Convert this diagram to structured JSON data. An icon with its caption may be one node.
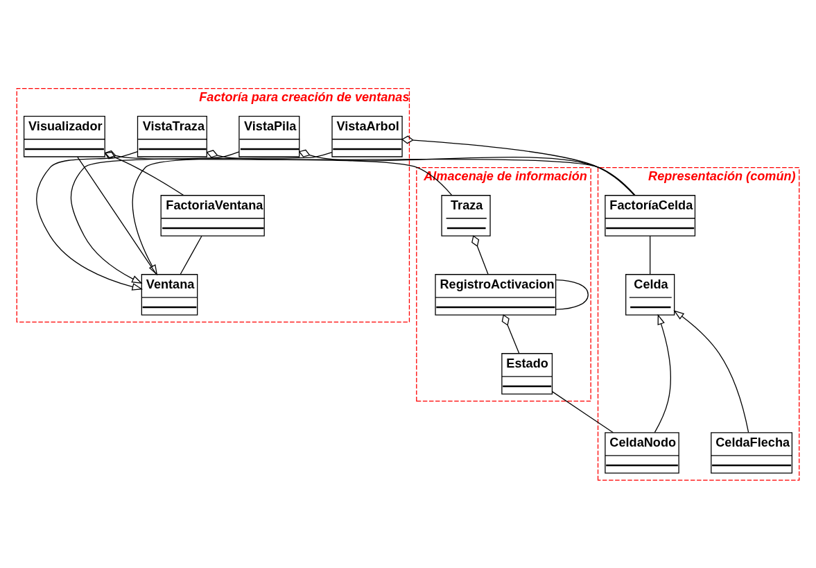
{
  "diagram": {
    "nodes": [
      {
        "text": [
          "Factoría para creación de ventanas"
        ]
      },
      {
        "text": [
          "Visualizador"
        ],
        "in": 0
      },
      {
        "text": [
          "FactoriaVentana"
        ],
        "in": 0
      },
      {
        "text": [
          "Ventana"
        ],
        "in": 0
      },
      {
        "text": [
          "VistaArbol"
        ],
        "in": 0
      },
      {
        "text": [
          "VistaPila"
        ],
        "in": 0
      },
      {
        "text": [
          "VistaTraza"
        ],
        "in": 0
      },
      {
        "text": [
          "Almacenaje de información"
        ]
      },
      {
        "text": [
          "Traza"
        ],
        "in": 7
      },
      {
        "text": [
          "RegistroActivacion"
        ],
        "in": 7
      },
      {
        "text": [
          "Estado"
        ],
        "in": 7
      },
      {
        "text": [
          "Representación (común)"
        ]
      },
      {
        "text": [
          "FactoríaCelda"
        ],
        "in": 11
      },
      {
        "text": [
          "Celda"
        ],
        "in": 11
      },
      {
        "text": [
          "CeldaNodo"
        ],
        "in": 11
      },
      {
        "text": [
          "CeldaFlecha"
        ],
        "in": 11
      }
    ],
    "edges": [
      {
        "from": 1,
        "to": 2,
        "arrow": "other"
      },
      {
        "from": 1,
        "to": 3,
        "arrow": "none"
      },
      {
        "from": 2,
        "to": 3,
        "arrow": "none"
      },
      {
        "from": 4,
        "to": 3,
        "arrow": "to"
      },
      {
        "from": 5,
        "to": 3,
        "arrow": "to"
      },
      {
        "from": 6,
        "to": 3,
        "arrow": "to"
      },
      {
        "from": 1,
        "to": 8,
        "arrow": "other"
      },
      {
        "from": 4,
        "to": 12,
        "arrow": "other"
      },
      {
        "from": 5,
        "to": 12,
        "arrow": "other"
      },
      {
        "from": 6,
        "to": 12,
        "arrow": "other"
      },
      {
        "from": 12,
        "to": 13,
        "arrow": "none"
      },
      {
        "from": 14,
        "to": 13,
        "arrow": "to"
      },
      {
        "from": 15,
        "to": 13,
        "arrow": "to"
      },
      {
        "from": 8,
        "to": 9,
        "arrow": "other"
      },
      {
        "from": 9,
        "to": 9,
        "arrow": "none"
      },
      {
        "from": 9,
        "to": 10,
        "arrow": "other"
      },
      {
        "from": 10,
        "to": 14,
        "arrow": "none"
      }
    ]
  }
}
